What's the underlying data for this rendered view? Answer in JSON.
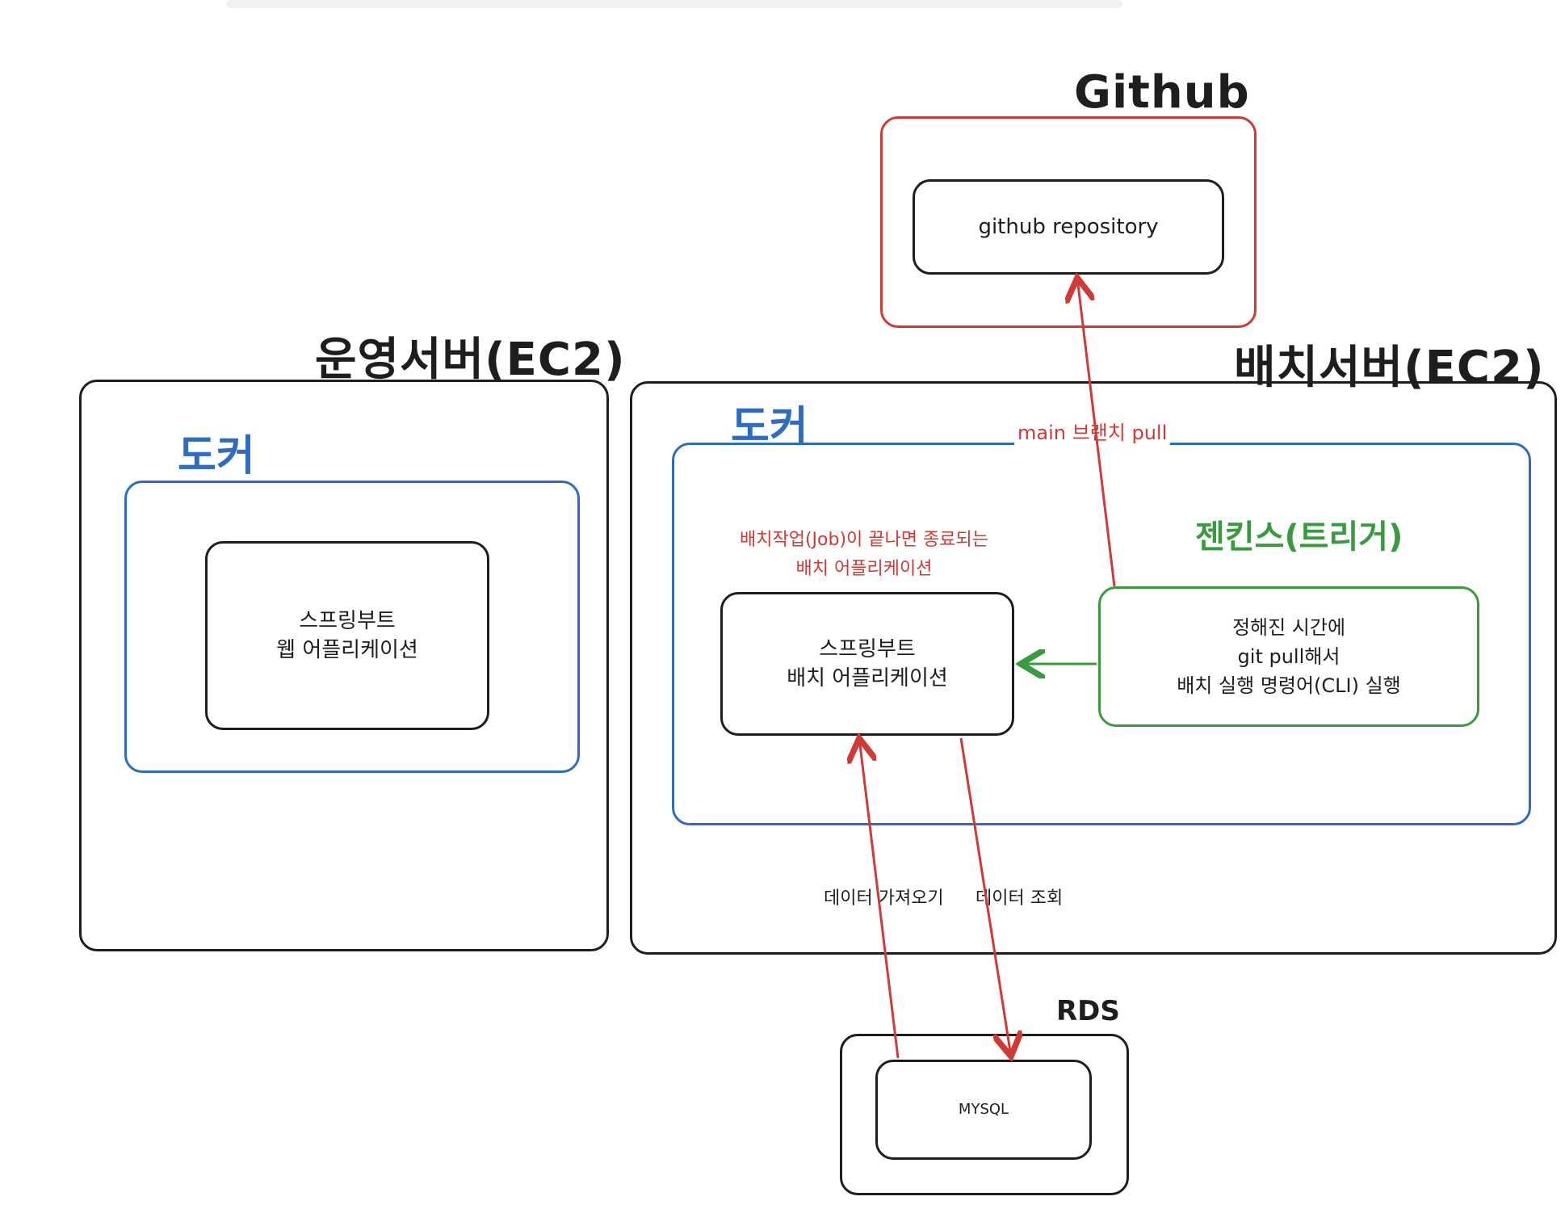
{
  "github": {
    "title": "Github",
    "repo_label": "github repository"
  },
  "prod_server": {
    "title": "운영서버(EC2)",
    "docker_label": "도커",
    "app_label": "스프링부트\n웹 어플리케이션"
  },
  "batch_server": {
    "title": "배치서버(EC2)",
    "docker_label": "도커",
    "batch_note": "배치작업(Job)이 끝나면 종료되는\n배치 어플리케이션",
    "app_label": "스프링부트\n배치 어플리케이션",
    "jenkins_title": "젠킨스(트리거)",
    "jenkins_label": "정해진 시간에\ngit pull해서\n배치 실행 명령어(CLI) 실행"
  },
  "edges": {
    "pull_label": "main 브랜치 pull",
    "fetch_label": "데이터 가져오기",
    "query_label": "데이터 조회"
  },
  "rds": {
    "title": "RDS",
    "db_label": "MYSQL"
  },
  "colors": {
    "red": "#d03a36",
    "blue": "#2f6cc0",
    "green": "#3a9a3e",
    "ink": "#1e1e1e"
  }
}
